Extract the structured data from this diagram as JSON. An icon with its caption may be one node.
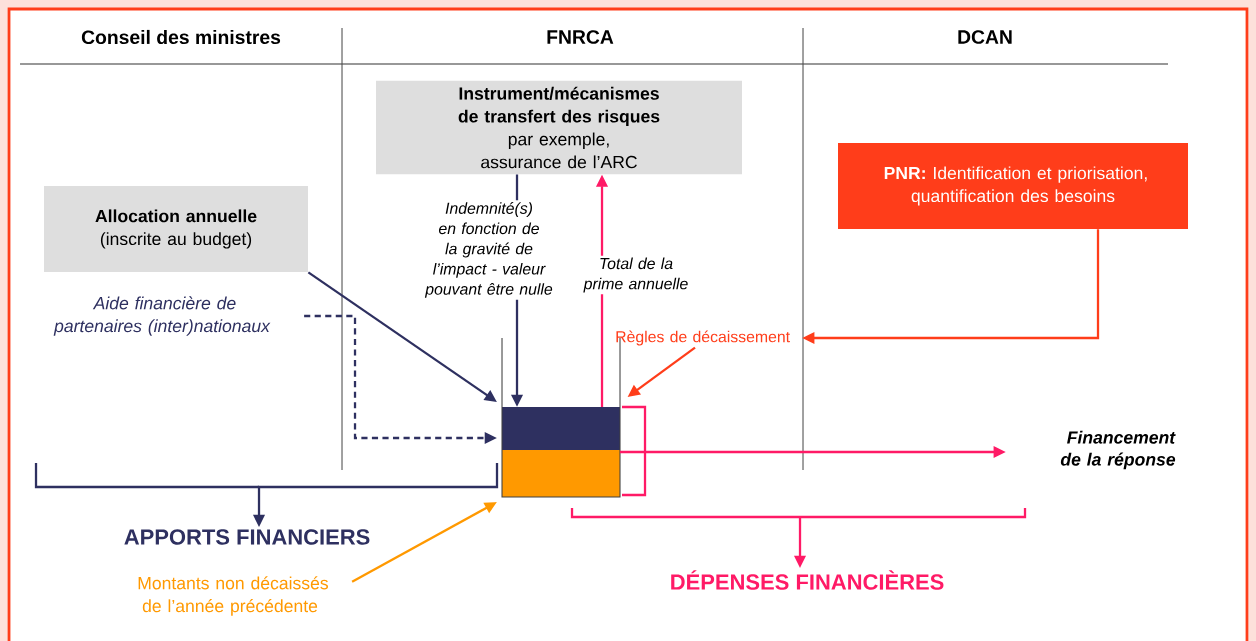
{
  "diagram": {
    "nodes": [
      {
        "text": [
          "Instrument/mécanismes de transfert des risques",
          "par exemple, assurance de l’ARC"
        ]
      },
      {
        "text": [
          "Allocation annuelle",
          "(inscrite au budget)"
        ]
      },
      {
        "text": [
          "**PNR:** Identification et priorisation, quantification des besoins"
        ]
      },
      {
        "text": [
          "Aide financière de partenaires (inter)nationaux"
        ]
      },
      {
        "text": [],
        "shape": "box"
      },
      {
        "text": [
          "Règles de décaissement"
        ]
      },
      {
        "text": [
          "Financement de la réponse"
        ]
      },
      {
        "text": [
          "APPORTS FINANCIERS"
        ]
      },
      {
        "text": [
          "Montants non décaissés de l’année précédente"
        ]
      },
      {
        "text": [
          "DÉPENSES FINANCIÈRES"
        ]
      }
    ],
    "edges": [
      {
        "from": 0,
        "to": 4,
        "arrow": "to",
        "label": "Indemnité(s) en fonction de la gravité de l’impact - valeur pouvant être nulle"
      },
      {
        "from": 4,
        "to": 0,
        "arrow": "to",
        "label": "Total de la prime annuelle",
        "color": "#ff1a66"
      },
      {
        "from": 1,
        "to": 4,
        "arrow": "to"
      },
      {
        "from": 3,
        "to": 4,
        "arrow": "to",
        "style": "dashed"
      },
      {
        "from": 5,
        "to": 4,
        "arrow": "to",
        "color": "#ff3d1a"
      },
      {
        "from": 2,
        "to": 5,
        "arrow": "to",
        "color": "#ff3d1a"
      },
      {
        "from": 4,
        "to": 6,
        "arrow": "to",
        "color": "#ff1a66"
      },
      {
        "from": 4,
        "to": 7,
        "arrow": "to"
      },
      {
        "from": 8,
        "to": 4,
        "arrow": "to",
        "color": "#ff9900"
      },
      {
        "from": null,
        "to": 9,
        "arrow": "to",
        "color": "#ff1a66"
      }
    ],
    "labels": [
      "Conseil des ministres",
      "FNRCA",
      "DCAN"
    ]
  }
}
